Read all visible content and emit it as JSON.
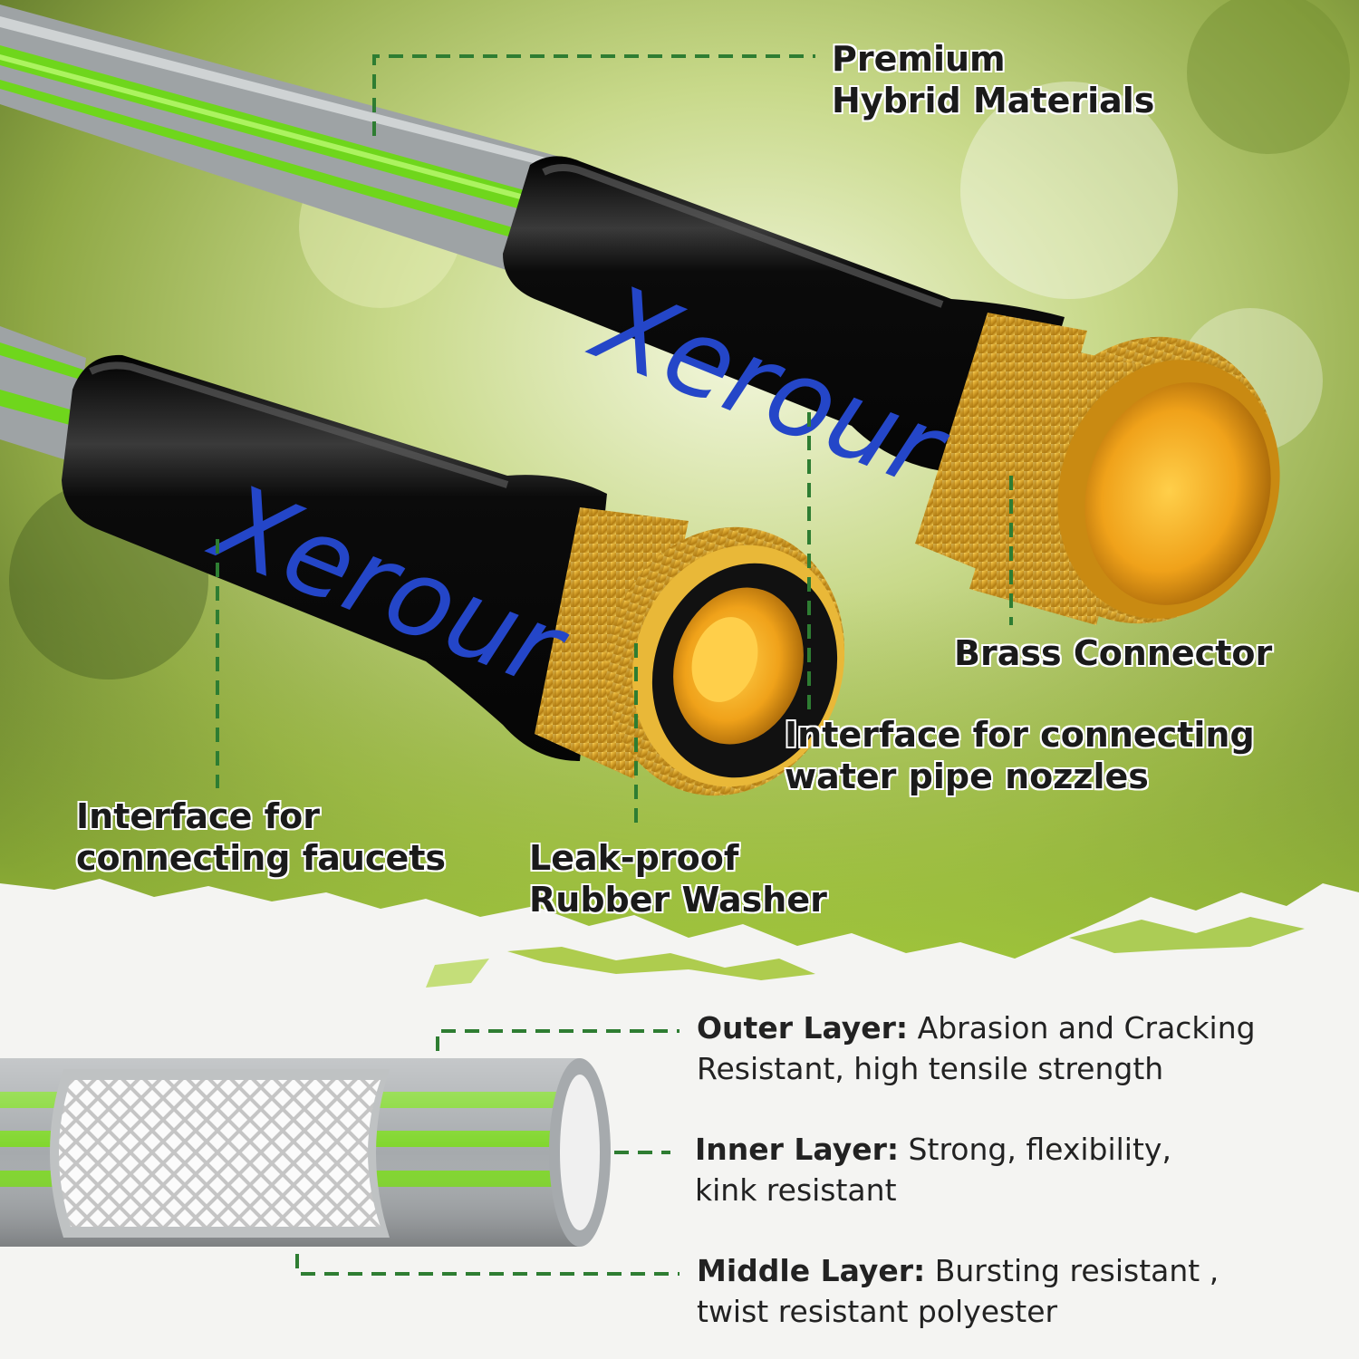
{
  "brand": {
    "logo_text": "Xerour",
    "colors": {
      "accent_green": "#2e7d32",
      "hose_green": "#6fd61c",
      "brass": "#d9a520",
      "logo_blue": "#2446c8"
    }
  },
  "callouts": {
    "premium": {
      "line1": "Premium",
      "line2": "Hybrid Materials"
    },
    "brass": {
      "line1": "Brass Connector"
    },
    "nozzle": {
      "line1": "Interface for connecting",
      "line2": "water pipe nozzles"
    },
    "faucet": {
      "line1": "Interface for",
      "line2": "connecting faucets"
    },
    "washer": {
      "line1": "Leak-proof",
      "line2": "Rubber Washer"
    }
  },
  "layers": {
    "outer": {
      "title": "Outer Layer:",
      "text": " Abrasion and Cracking Resistant, high tensile strength"
    },
    "inner": {
      "title": "Inner Layer:",
      "text": " Strong, flexibility, kink resistant"
    },
    "middle": {
      "title": "Middle Layer:",
      "text": " Bursting resistant , twist resistant polyester"
    }
  }
}
